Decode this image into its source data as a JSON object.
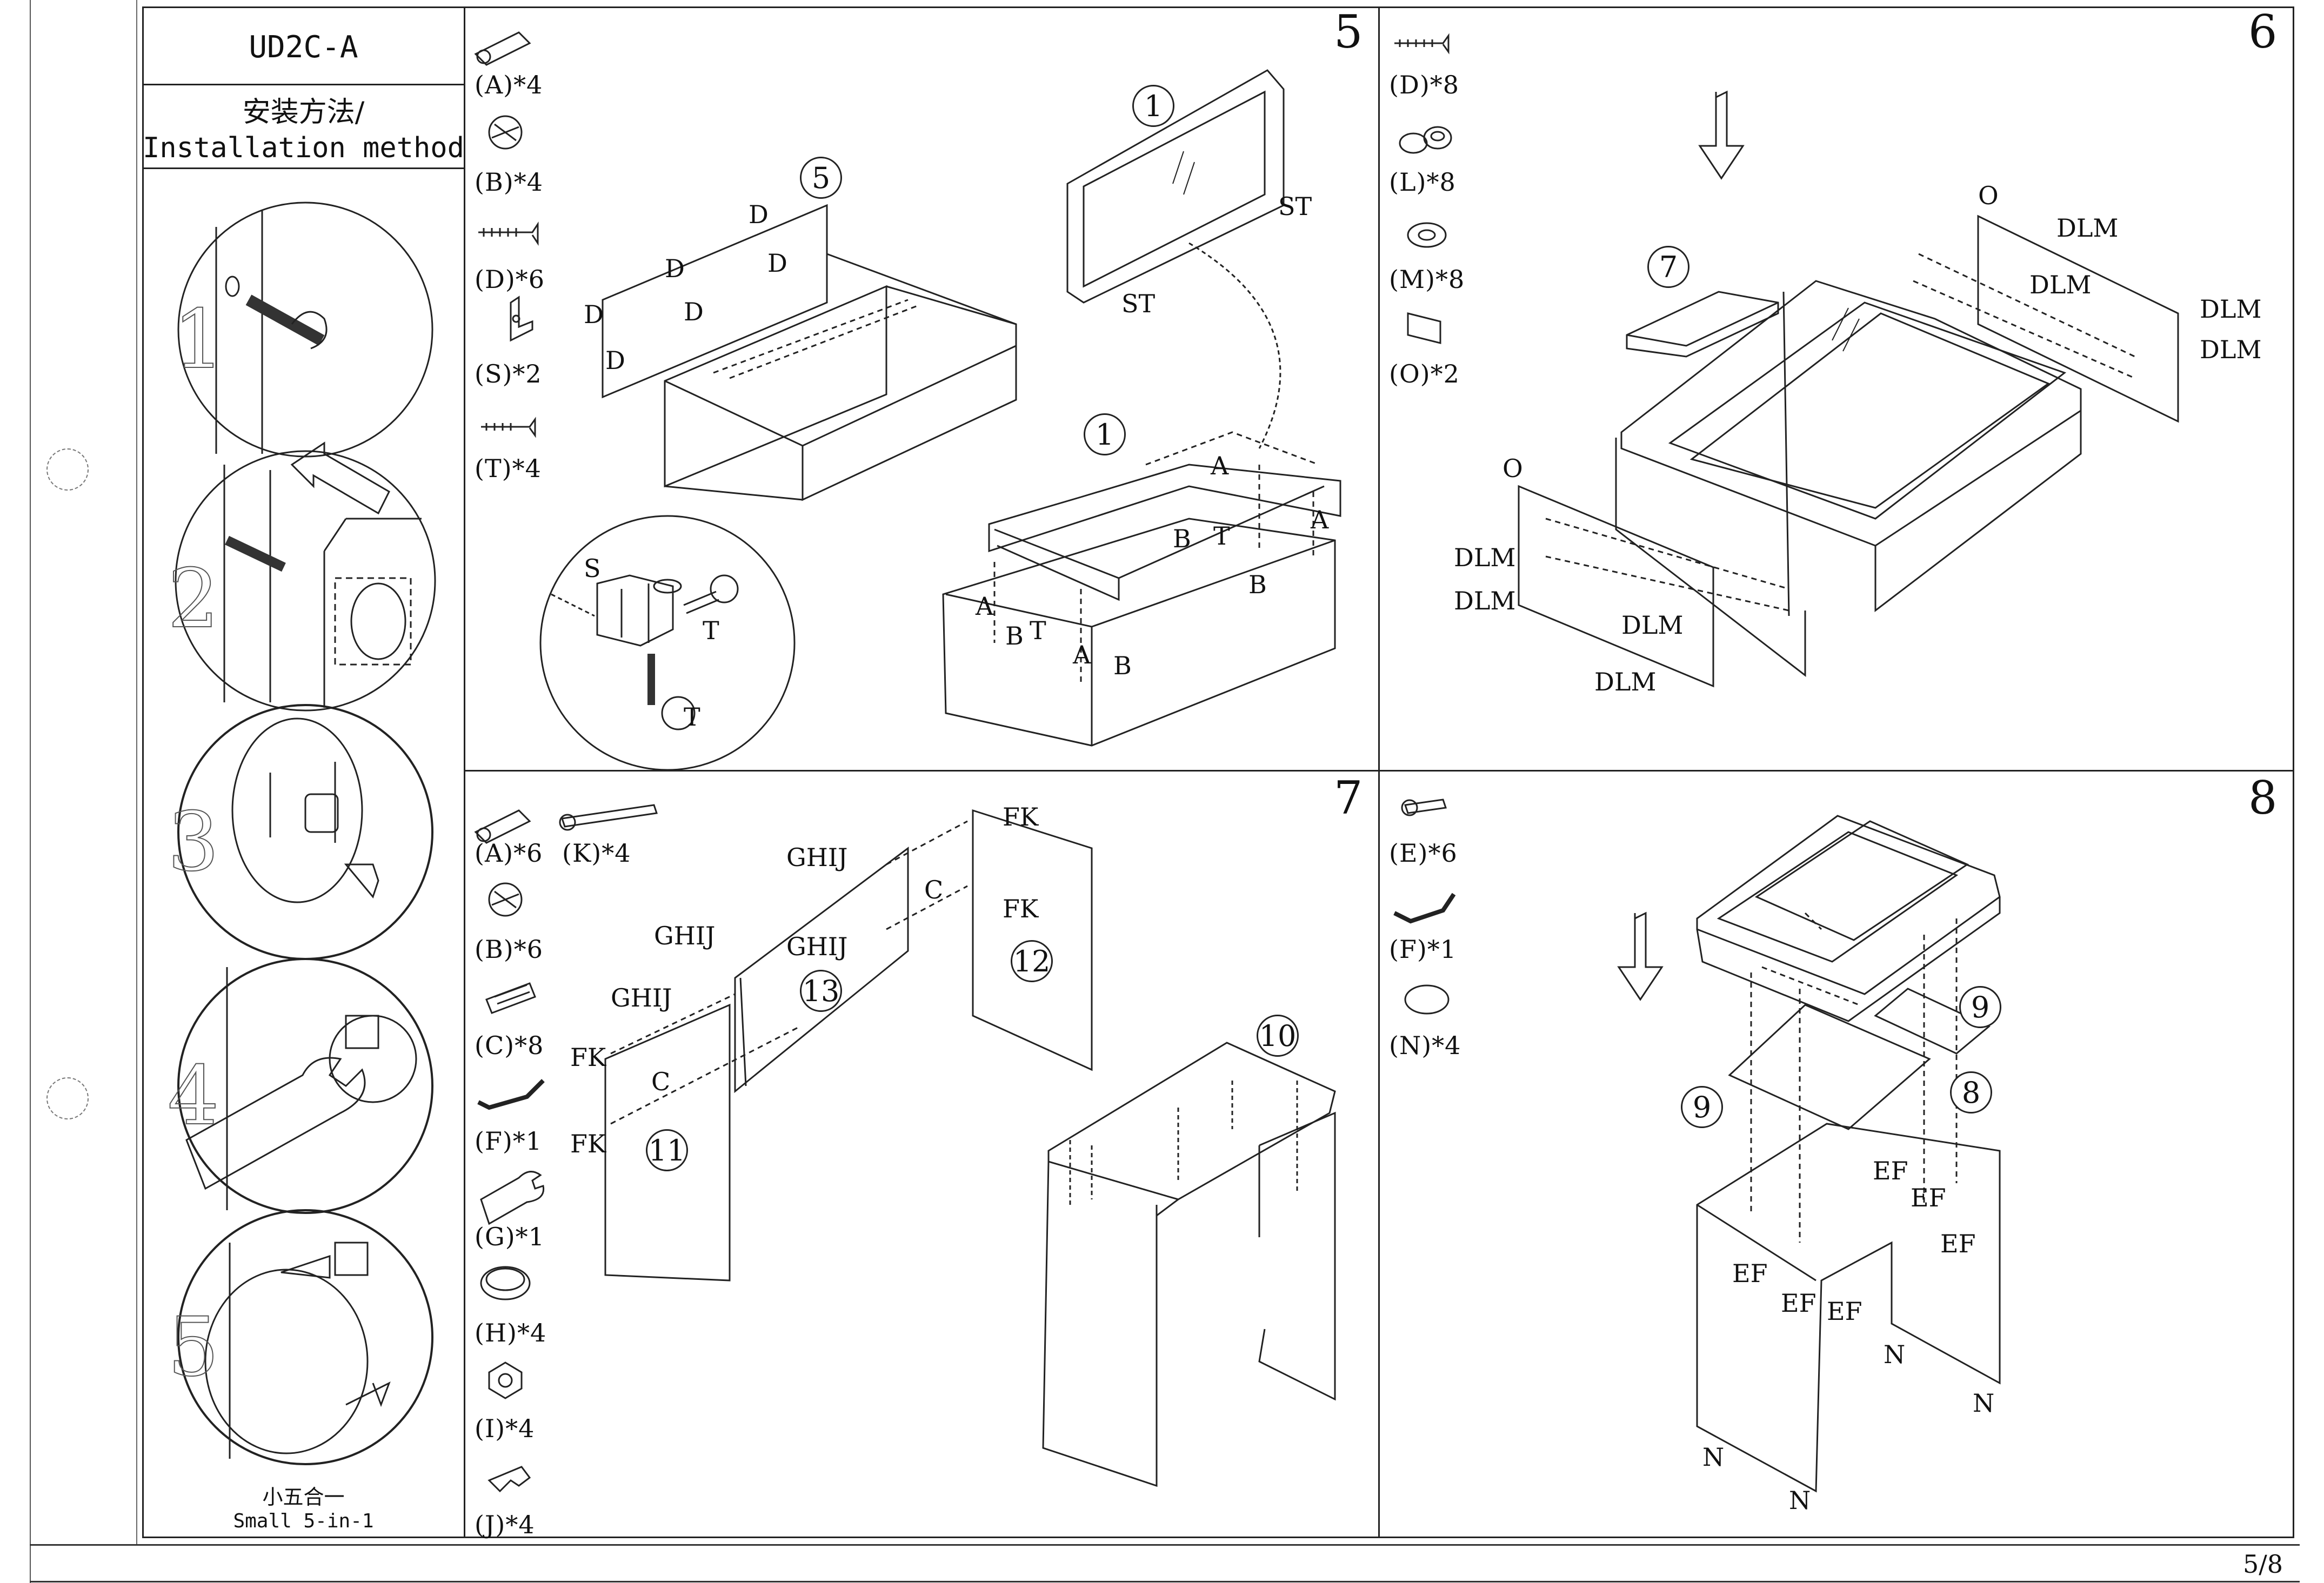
{
  "header": {
    "model": "UD2C-A",
    "title_cn": "安装方法/",
    "title_en": "Installation method"
  },
  "sidebar": {
    "caption_cn": "小五合一",
    "caption_en": "Small 5-in-1",
    "details": [
      "1",
      "2",
      "3",
      "4",
      "5"
    ]
  },
  "footer": {
    "page": "5/8"
  },
  "steps": [
    {
      "number": "5",
      "parts": [
        "(A)*4",
        "(B)*4",
        "(D)*6",
        "(S)*2",
        "(T)*4"
      ],
      "panels": [
        "5",
        "1",
        "1"
      ],
      "labels": [
        "D",
        "D",
        "D",
        "D",
        "D",
        "D",
        "ST",
        "ST",
        "A",
        "A",
        "A",
        "A",
        "B",
        "B",
        "B",
        "B",
        "T",
        "T",
        "T",
        "S",
        "T"
      ]
    },
    {
      "number": "6",
      "parts": [
        "(D)*8",
        "(L)*8",
        "(M)*8",
        "(O)*2"
      ],
      "panels": [
        "7"
      ],
      "labels": [
        "O",
        "O",
        "DLM",
        "DLM",
        "DLM",
        "DLM",
        "DLM",
        "DLM",
        "DLM",
        "DLM"
      ]
    },
    {
      "number": "7",
      "parts": [
        "(A)*6",
        "(K)*4",
        "(B)*6",
        "(C)*8",
        "(F)*1",
        "(G)*1",
        "(H)*4",
        "(I)*4",
        "(J)*4"
      ],
      "panels": [
        "13",
        "12",
        "11",
        "10"
      ],
      "labels": [
        "FK",
        "FK",
        "FK",
        "FK",
        "GHIJ",
        "GHIJ",
        "GHIJ",
        "GHIJ",
        "C",
        "C"
      ]
    },
    {
      "number": "8",
      "parts": [
        "(E)*6",
        "(F)*1",
        "(N)*4"
      ],
      "panels": [
        "9",
        "8",
        "9"
      ],
      "labels": [
        "EF",
        "EF",
        "EF",
        "EF",
        "EF",
        "EF",
        "N",
        "N",
        "N",
        "N"
      ]
    }
  ],
  "icons": {
    "cam_bolt": "cam-bolt-icon",
    "cam_lock": "cam-lock-icon",
    "screw": "screw-icon",
    "bracket": "l-bracket-icon",
    "cap": "cap-icon",
    "washer": "washer-icon",
    "plate": "plate-icon",
    "dowel": "dowel-icon",
    "allen_key": "allen-key-icon",
    "wrench": "wrench-icon",
    "nut": "nut-icon",
    "clip": "clip-icon",
    "disc": "disc-icon"
  }
}
